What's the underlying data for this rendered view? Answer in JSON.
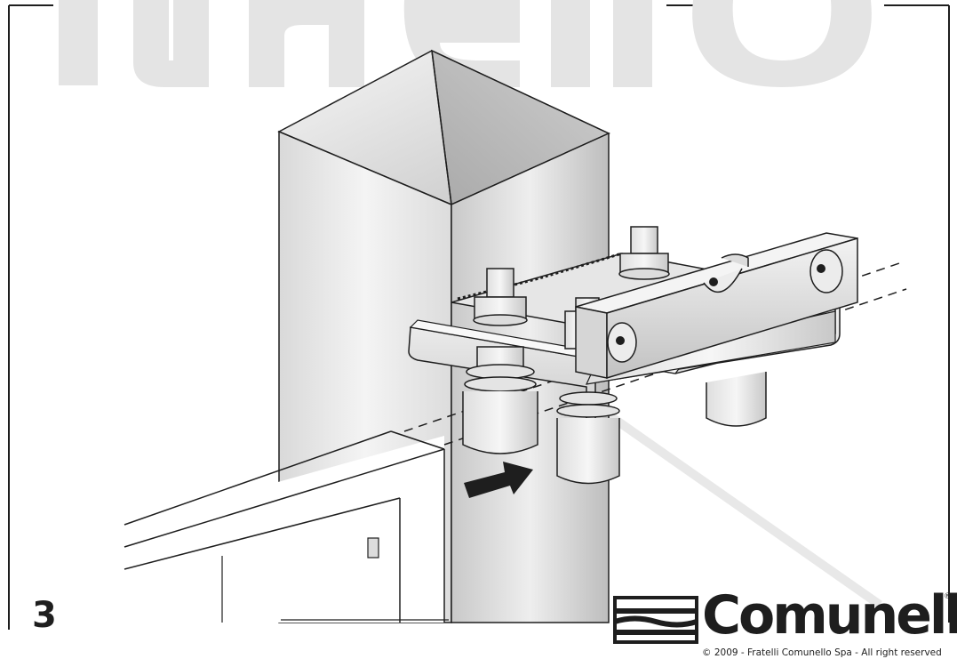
{
  "figure": {
    "step_number": "3",
    "watermark_text": "fratelli comunello",
    "brand": {
      "logo_text": "Comunello",
      "registered_mark": "®",
      "copyright": "© 2009 - Fratelli Comunello Spa - All right reserved"
    },
    "colors": {
      "ink": "#1e1e1e",
      "watermark": "#e4e4e4",
      "metal_light": "#f2f2f2",
      "metal_mid": "#cfcfcf",
      "metal_dark": "#a8a8a8"
    },
    "icons": [
      "direction-arrow-icon",
      "comunello-logo-icon"
    ]
  }
}
